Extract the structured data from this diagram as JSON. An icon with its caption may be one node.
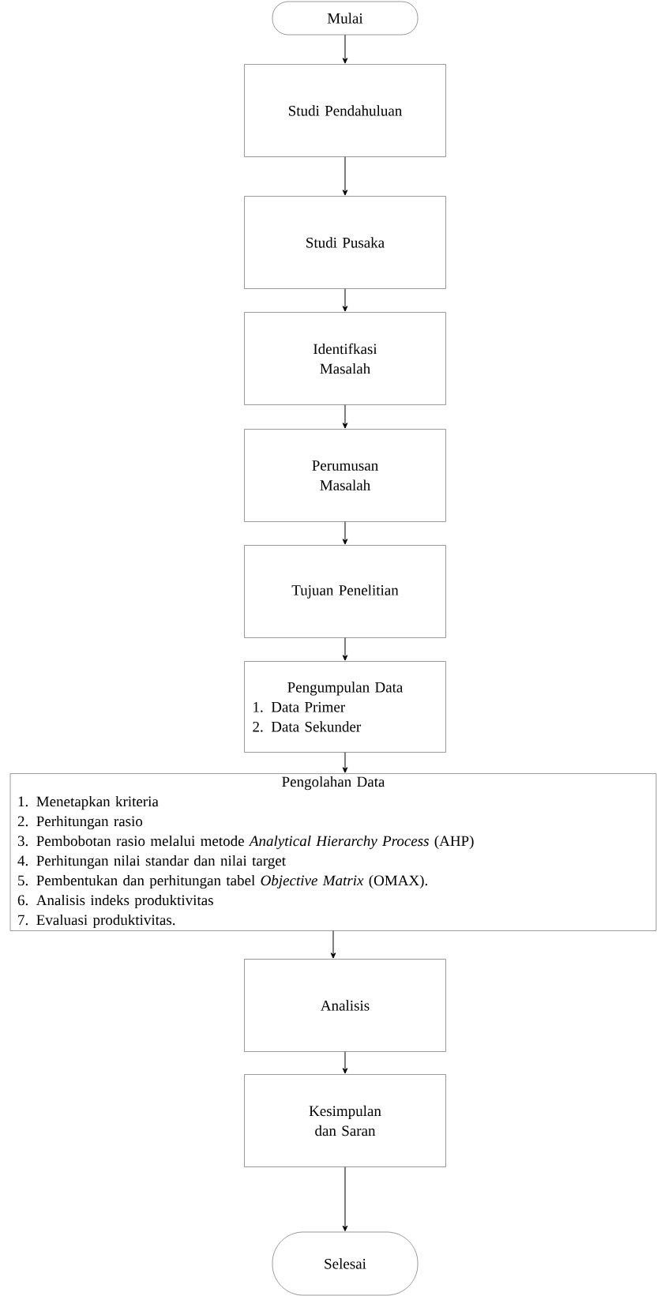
{
  "diagram": {
    "nodes": [
      {
        "text": [
          "Mulai"
        ]
      },
      {
        "text": [
          "Studi Pendahuluan"
        ]
      },
      {
        "text": [
          "Studi Pusaka"
        ]
      },
      {
        "text": [
          "Identifkasi Masalah"
        ]
      },
      {
        "text": [
          "Perumusan Masalah"
        ]
      },
      {
        "text": [
          "Tujuan Penelitian"
        ]
      },
      {
        "text": [
          "Pengumpulan Data",
          "1. Data Primer",
          "2. Data Sekunder"
        ]
      },
      {
        "text": [
          "Pengolahan Data",
          "1. Menetapkan kriteria",
          "2. Perhitungan rasio",
          "3. Pembobotan rasio melalui metode *Analytical Hierarchy Process* (AHP)",
          "4. Perhitungan nilai standar dan nilai target",
          "5. Pembentukan dan perhitungan tabel *Objective Matrix* (OMAX).",
          "6. Analisis indeks produktivitas",
          "7. Evaluasi produktivitas."
        ]
      },
      {
        "text": [
          "Analisis"
        ]
      },
      {
        "text": [
          "Kesimpulan dan Saran"
        ]
      },
      {
        "text": [
          "Selesai"
        ]
      }
    ],
    "edges": [
      {
        "from": 0,
        "to": 1,
        "arrow": "to"
      },
      {
        "from": 1,
        "to": 2,
        "arrow": "to"
      },
      {
        "from": 2,
        "to": 3,
        "arrow": "to"
      },
      {
        "from": 3,
        "to": 4,
        "arrow": "to"
      },
      {
        "from": 4,
        "to": 5,
        "arrow": "to"
      },
      {
        "from": 5,
        "to": 6,
        "arrow": "to"
      },
      {
        "from": 6,
        "to": 7,
        "arrow": "to"
      },
      {
        "from": 7,
        "to": 8,
        "arrow": "to"
      },
      {
        "from": 8,
        "to": 9,
        "arrow": "to"
      },
      {
        "from": 9,
        "to": 10,
        "arrow": "to"
      }
    ]
  }
}
